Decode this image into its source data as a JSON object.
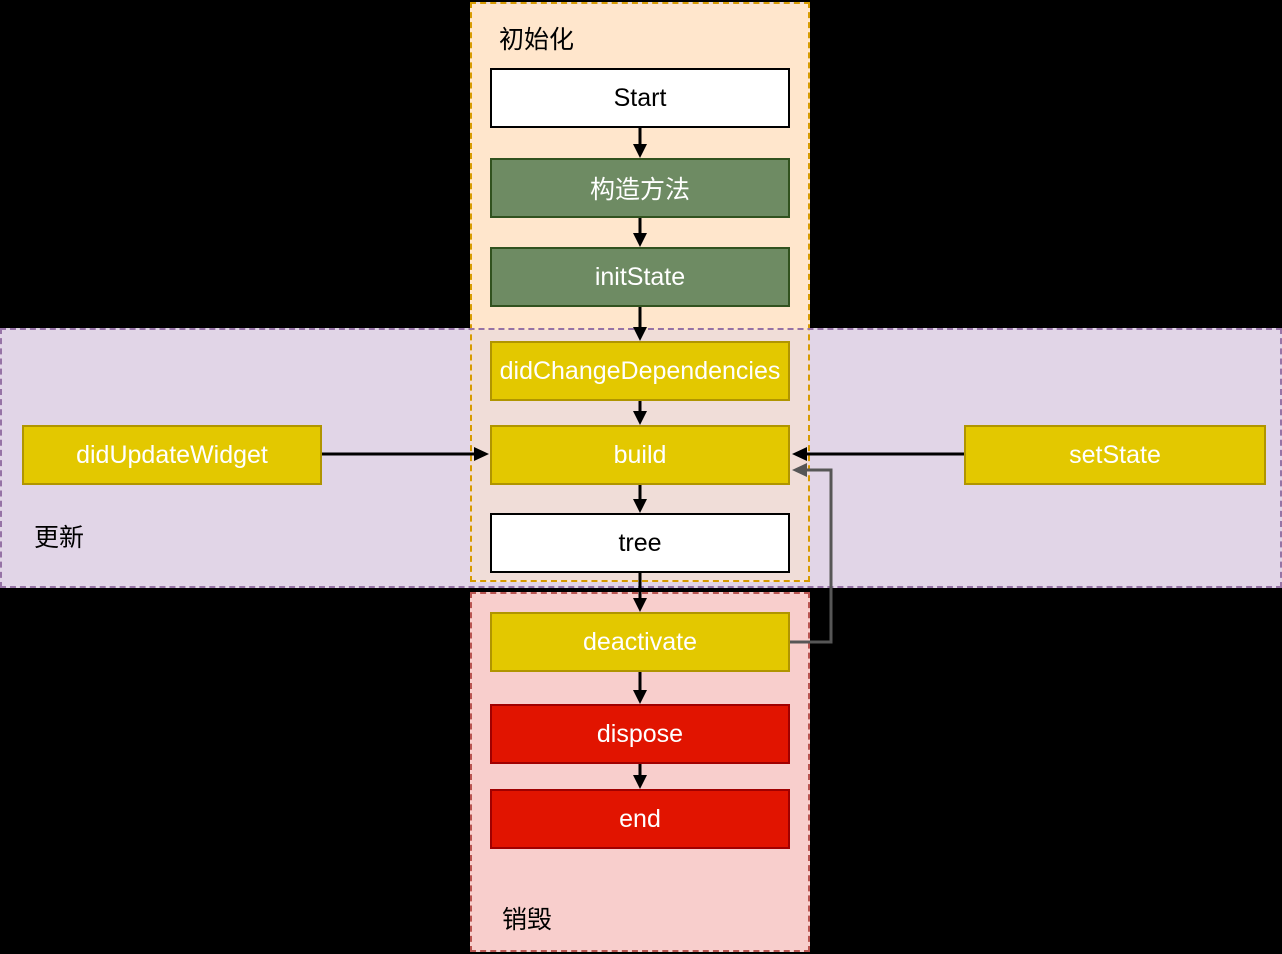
{
  "regions": {
    "init": {
      "label": "初始化"
    },
    "update": {
      "label": "更新"
    },
    "destroy": {
      "label": "销毁"
    }
  },
  "nodes": {
    "start": {
      "label": "Start"
    },
    "constructor_method": {
      "label": "构造方法"
    },
    "init_state": {
      "label": "initState"
    },
    "did_change_dependencies": {
      "label": "didChangeDependencies"
    },
    "build": {
      "label": "build"
    },
    "tree": {
      "label": "tree"
    },
    "deactivate": {
      "label": "deactivate"
    },
    "dispose": {
      "label": "dispose"
    },
    "end": {
      "label": "end"
    },
    "did_update_widget": {
      "label": "didUpdateWidget"
    },
    "set_state": {
      "label": "setState"
    }
  },
  "colors": {
    "canvas_bg": "#000000",
    "init_region_bg": "#ffe6cc",
    "init_region_border": "#d79b00",
    "update_region_bg": "#e1d5e7",
    "update_region_border": "#9673a6",
    "overlap_bg": "#f0ddd8",
    "destroy_region_bg": "#f8cecc",
    "destroy_region_border": "#b85450",
    "green_node_fill": "#6e8b63",
    "green_node_border": "#31521f",
    "yellow_node_fill": "#e3c800",
    "yellow_node_border": "#b09500",
    "red_node_fill": "#e11400",
    "red_node_border": "#a00000",
    "white_node_fill": "#ffffff",
    "flow_arrow": "#000000",
    "feedback_arrow": "#565656"
  }
}
